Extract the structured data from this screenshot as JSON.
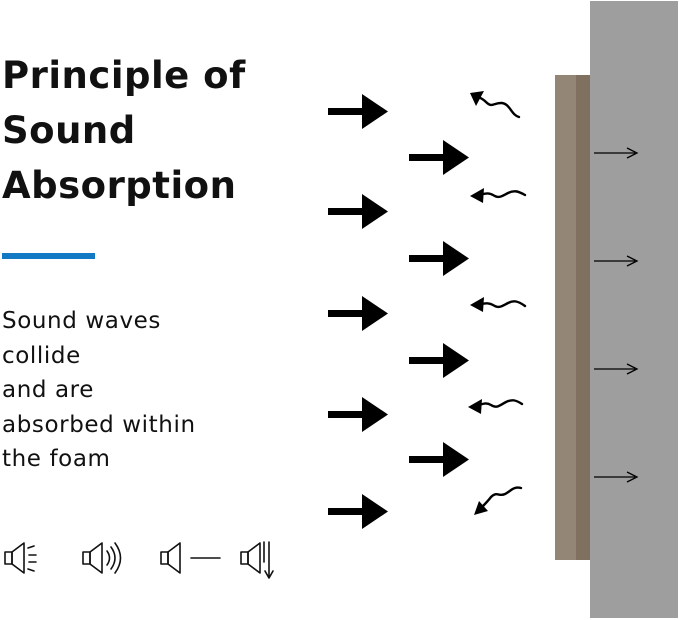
{
  "title_lines": [
    "Principle of",
    "Sound",
    "Absorption"
  ],
  "description_lines": [
    "Sound waves",
    "collide",
    "and are",
    "absorbed within",
    "the foam"
  ],
  "icons": [
    "speaker-echo-icon",
    "speaker-waves-icon",
    "speaker-line-icon",
    "speaker-down-arrow-icon"
  ],
  "colors": {
    "accent": "#1479c4",
    "foam_light": "#948677",
    "foam_dark": "#80705f",
    "wall": "#9e9e9e",
    "arrow": "#000000"
  }
}
